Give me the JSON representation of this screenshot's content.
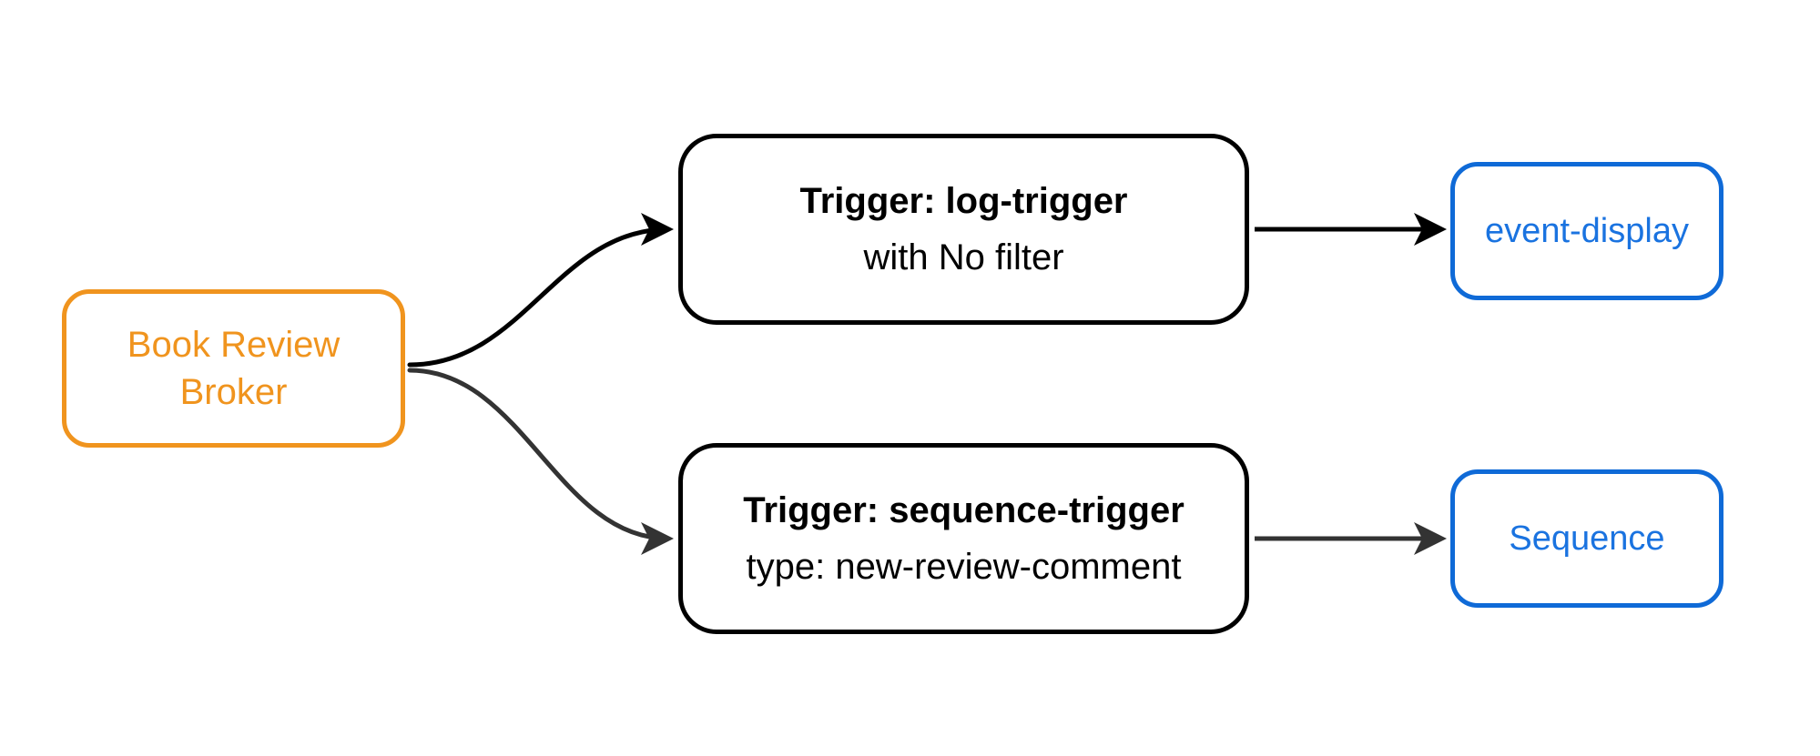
{
  "diagram": {
    "background_color": "#ffffff",
    "nodes": {
      "broker": {
        "label": "Book Review Broker",
        "border_color": "#F0941E",
        "text_color": "#F0941E"
      },
      "log_trigger": {
        "title": "Trigger: log-trigger",
        "subtitle": "with No filter",
        "border_color": "#000000",
        "text_color": "#000000"
      },
      "sequence_trigger": {
        "title": "Trigger: sequence-trigger",
        "subtitle": "type: new-review-comment",
        "border_color": "#000000",
        "text_color": "#000000"
      },
      "event_display": {
        "label": "event-display",
        "border_color": "#0F6AD7",
        "text_color": "#1A73E0"
      },
      "sequence": {
        "label": "Sequence",
        "border_color": "#0F6AD7",
        "text_color": "#1A73E0"
      }
    },
    "edges": [
      {
        "id": "broker-to-log-trigger",
        "color": "#000000"
      },
      {
        "id": "broker-to-sequence-trigger",
        "color": "#333333"
      },
      {
        "id": "log-trigger-to-event-display",
        "color": "#000000"
      },
      {
        "id": "sequence-trigger-to-sequence",
        "color": "#333333"
      }
    ],
    "arrowheads": {
      "black": "#000000",
      "gray": "#333333"
    }
  }
}
